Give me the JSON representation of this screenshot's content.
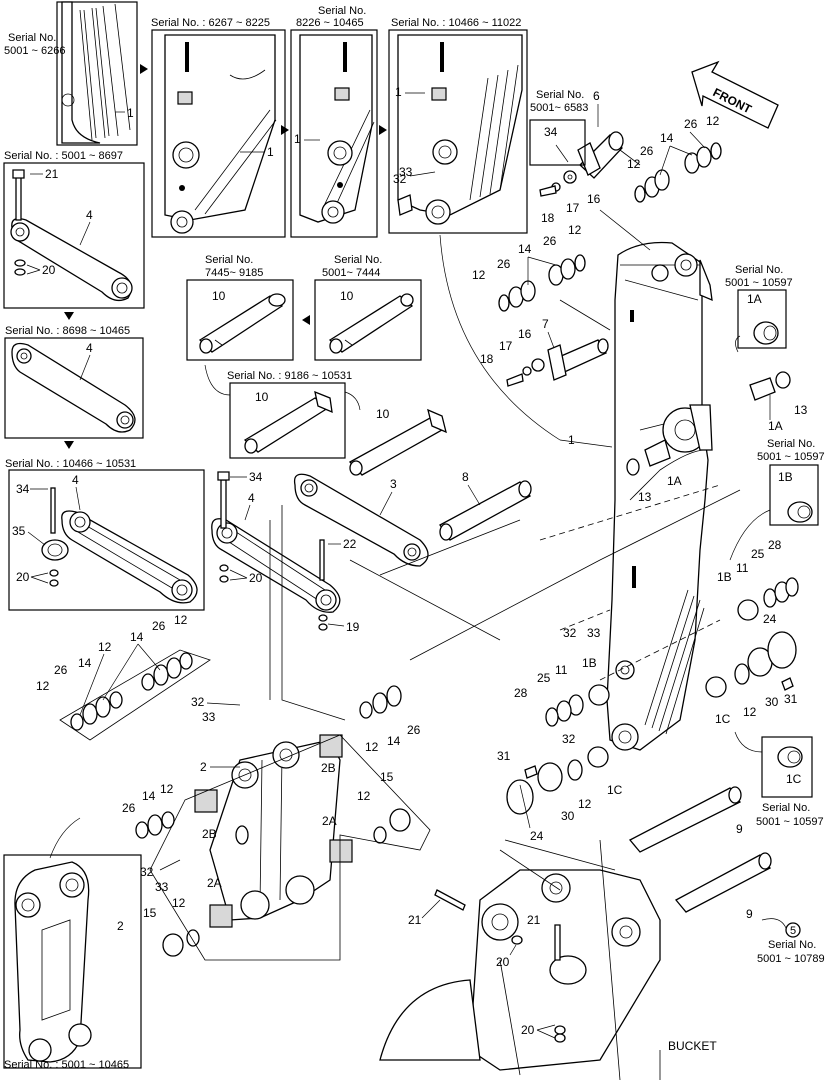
{
  "labels": {
    "front": "FRONT",
    "bucket": "BUCKET",
    "ref_circle": "5"
  },
  "serial_texts": {
    "s5001_6266_a": "Serial No.",
    "s5001_6266_b": "5001 ~ 6266",
    "s6267_8225": "Serial No. : 6267 ~ 8225",
    "s8226_10465_a": "Serial No.",
    "s8226_10465_b": "8226 ~ 10465",
    "s10466_11022": "Serial No. : 10466 ~ 11022",
    "s5001_6583_a": "Serial No.",
    "s5001_6583_b": "5001~ 6583",
    "s5001_8697": "Serial No. : 5001 ~ 8697",
    "s7445_9185_a": "Serial No.",
    "s7445_9185_b": "7445~ 9185",
    "s5001_7444_a": "Serial No.",
    "s5001_7444_b": "5001~ 7444",
    "s8698_10465": "Serial No. : 8698 ~ 10465",
    "s9186_10531": "Serial No. : 9186 ~ 10531",
    "s10466_10531": "Serial No. : 10466 ~ 10531",
    "s5001_10597_1a_a": "Serial No.",
    "s5001_10597_1a_b": "5001 ~ 10597",
    "s5001_10597_1b_a": "Serial No.",
    "s5001_10597_1b_b": "5001 ~ 10597",
    "s5001_10597_1c_a": "Serial No.",
    "s5001_10597_1c_b": "5001 ~ 10597",
    "s5001_10789_a": "Serial No.",
    "s5001_10789_b": "5001 ~ 10789",
    "s5001_10465": "Serial No. : 5001 ~ 10465"
  },
  "callouts": {
    "c1_a": "1",
    "c1_b": "1",
    "c1_c": "1",
    "c1_d": "1",
    "c1_e": "1",
    "c1a_box": "1A",
    "c1a_1": "1A",
    "c1a_2": "1A",
    "c1b_box": "1B",
    "c1b_1": "1B",
    "c1b_2": "1B",
    "c1c_box": "1C",
    "c1c_1": "1C",
    "c1c_2": "1C",
    "c2_a": "2",
    "c2_b": "2",
    "c2a_1": "2A",
    "c2a_2": "2A",
    "c2b_1": "2B",
    "c2b_2": "2B",
    "c3": "3",
    "c4_a": "4",
    "c4_b": "4",
    "c4_c": "4",
    "c4_d": "4",
    "c6": "6",
    "c7": "7",
    "c8": "8",
    "c9_a": "9",
    "c9_b": "9",
    "c10_a": "10",
    "c10_b": "10",
    "c10_c": "10",
    "c10_d": "10",
    "c11_a": "11",
    "c11_b": "11",
    "c12_a": "12",
    "c12_b": "12",
    "c12_c": "12",
    "c12_d": "12",
    "c12_e": "12",
    "c12_f": "12",
    "c12_g": "12",
    "c12_h": "12",
    "c12_i": "12",
    "c12_j": "12",
    "c12_k": "12",
    "c12_l": "12",
    "c12_m": "12",
    "c12_n": "12",
    "c13_a": "13",
    "c13_b": "13",
    "c14_a": "14",
    "c14_b": "14",
    "c14_c": "14",
    "c14_d": "14",
    "c14_e": "14",
    "c14_f": "14",
    "c15_a": "15",
    "c15_b": "15",
    "c16_a": "16",
    "c16_b": "16",
    "c17_a": "17",
    "c17_b": "17",
    "c18_a": "18",
    "c18_b": "18",
    "c19": "19",
    "c20_a": "20",
    "c20_b": "20",
    "c20_c": "20",
    "c20_d": "20",
    "c20_e": "20",
    "c21_a": "21",
    "c21_b": "21",
    "c21_c": "21",
    "c22": "22",
    "c24_a": "24",
    "c24_b": "24",
    "c25_a": "25",
    "c25_b": "25",
    "c26_a": "26",
    "c26_b": "26",
    "c26_c": "26",
    "c26_d": "26",
    "c26_e": "26",
    "c26_f": "26",
    "c26_g": "26",
    "c28_a": "28",
    "c28_b": "28",
    "c30_a": "30",
    "c30_b": "30",
    "c31_a": "31",
    "c31_b": "31",
    "c32_a": "32",
    "c32_b": "32",
    "c32_c": "32",
    "c32_d": "32",
    "c32_e": "32",
    "c33_a": "33",
    "c33_b": "33",
    "c33_c": "33",
    "c33_d": "33",
    "c34_a": "34",
    "c34_b": "34",
    "c34_c": "34",
    "c35": "35"
  }
}
